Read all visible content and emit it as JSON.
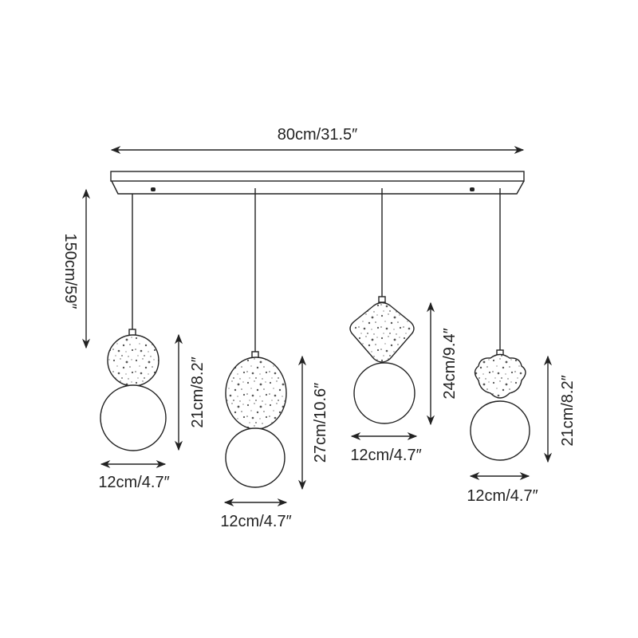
{
  "diagram": {
    "title": "Linear pendant light dimension drawing",
    "canopy": {
      "width_label": "80cm/31.5″",
      "drop_label": "150cm/59″"
    },
    "pendants": [
      {
        "name": "Round terrazzo + globe",
        "top_shape": "circle",
        "height_label": "21cm/8.2″",
        "width_label": "12cm/4.7″"
      },
      {
        "name": "Oval terrazzo + globe",
        "top_shape": "oval",
        "height_label": "27cm/10.6″",
        "width_label": "12cm/4.7″"
      },
      {
        "name": "Rounded-square terrazzo + globe",
        "top_shape": "rounded-diamond",
        "height_label": "24cm/9.4″",
        "width_label": "12cm/4.7″"
      },
      {
        "name": "Cloud terrazzo + globe",
        "top_shape": "cloud",
        "height_label": "21cm/8.2″",
        "width_label": "12cm/4.7″"
      }
    ],
    "colors": {
      "line": "#222222",
      "speckle": "#555555",
      "background": "#ffffff"
    }
  }
}
